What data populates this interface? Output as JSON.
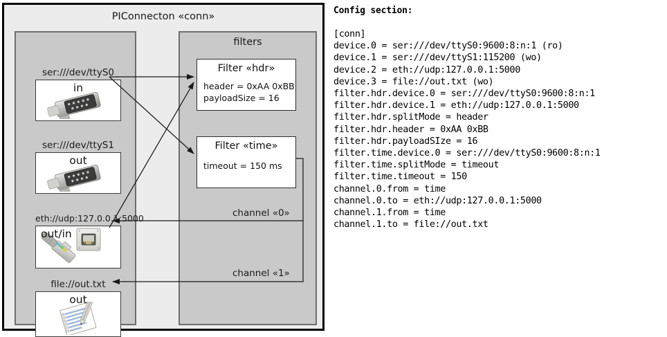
{
  "diagram": {
    "title": "PIConnecton «conn»",
    "panels": {
      "devices_title": "",
      "filters_title": "filters"
    },
    "devices": [
      {
        "label": "ser:///dev/ttyS0",
        "role": "in",
        "icon": "serial-port-icon"
      },
      {
        "label": "ser:///dev/ttyS1",
        "role": "out",
        "icon": "serial-port-icon"
      },
      {
        "label": "eth://udp:127.0.0.1:5000",
        "role": "out/in",
        "icon": "ethernet-jack-icon"
      },
      {
        "label": "file://out.txt",
        "role": "out",
        "icon": "text-file-icon"
      }
    ],
    "filters": [
      {
        "title": "Filter «hdr»",
        "props": [
          "header = 0xAA 0xBB",
          "payloadSize = 16"
        ]
      },
      {
        "title": "Filter «time»",
        "props": [
          "timeout = 150 ms"
        ]
      }
    ],
    "channels": [
      {
        "label": "channel «0»"
      },
      {
        "label": "channel «1»"
      }
    ],
    "colors": {
      "outer_border": "#000000",
      "outer_background": "#ececec",
      "panel_background": "#c9c9c9",
      "panel_border": "#6e6e6e",
      "node_background": "#ffffff",
      "node_border": "#3a3a3a",
      "wire": "#1a1a1a",
      "text": "#1a1a1a"
    }
  },
  "config": {
    "heading": "Config section:",
    "lines": [
      "[conn]",
      "device.0 = ser:///dev/ttyS0:9600:8:n:1 (ro)",
      "device.1 = ser:///dev/ttyS1:115200 (wo)",
      "device.2 = eth://udp:127.0.0.1:5000",
      "device.3 = file://out.txt (wo)",
      "filter.hdr.device.0 = ser:///dev/ttyS0:9600:8:n:1",
      "filter.hdr.device.1 = eth://udp:127.0.0.1:5000",
      "filter.hdr.splitMode = header",
      "filter.hdr.header = 0xAA 0xBB",
      "filter.hdr.payloadSIze = 16",
      "filter.time.device.0 = ser:///dev/ttyS0:9600:8:n:1",
      "filter.time.splitMode = timeout",
      "filter.time.timeout = 150",
      "channel.0.from = time",
      "channel.0.to = eth://udp:127.0.0.1:5000",
      "channel.1.from = time",
      "channel.1.to = file://out.txt"
    ]
  }
}
